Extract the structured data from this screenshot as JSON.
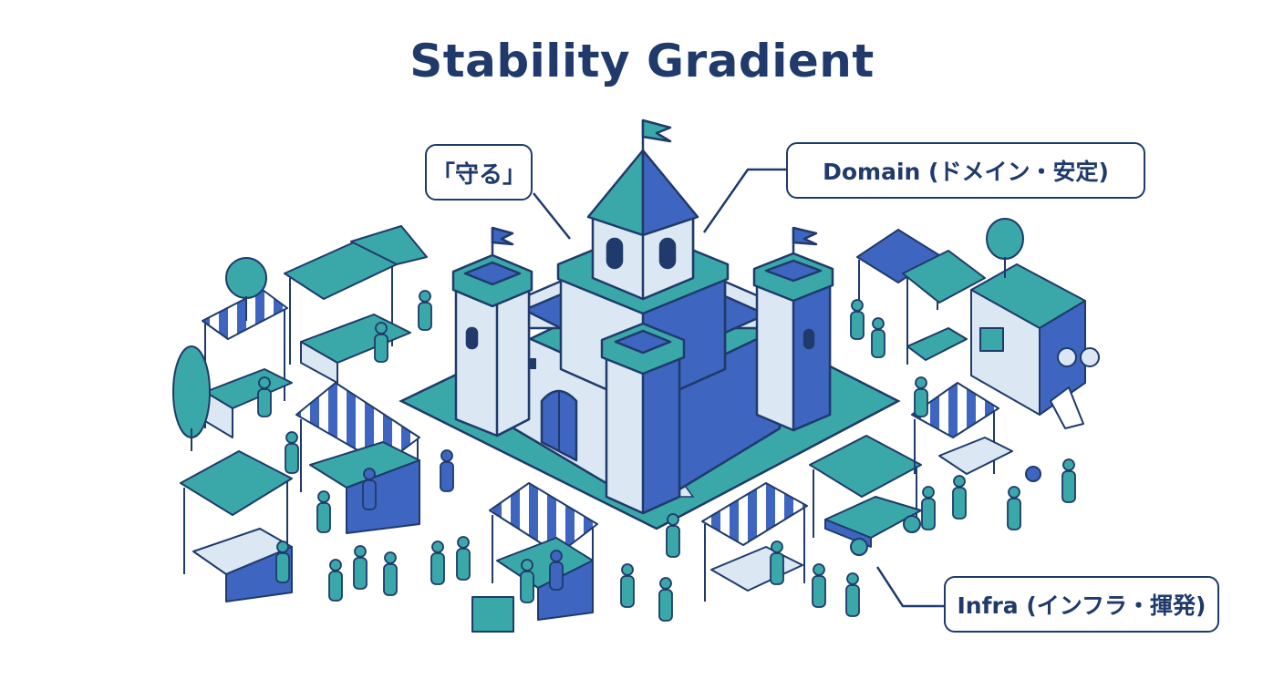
{
  "title": "Stability Gradient",
  "callouts": {
    "protect": "「守る」",
    "domain": "Domain (ドメイン・安定)",
    "infra": "Infra (インフラ・揮発)"
  },
  "colors": {
    "navy": "#1f3a6b",
    "royal_blue": "#3e66c0",
    "teal": "#3aa8a8",
    "light_blue": "#dbe8f4",
    "pale_cyan": "#eaf4f7"
  }
}
